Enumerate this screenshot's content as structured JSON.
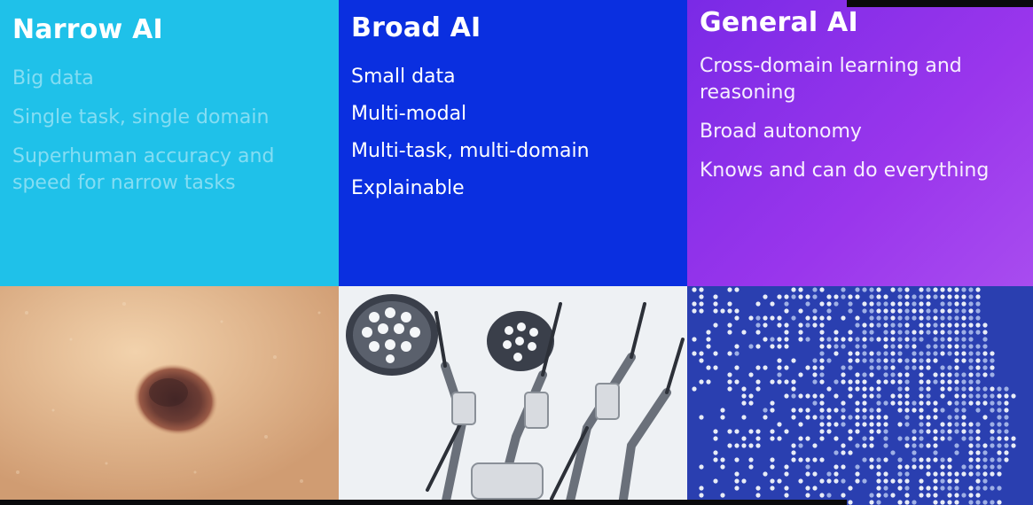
{
  "columns": [
    {
      "title": "Narrow AI",
      "items": [
        "Big data",
        "Single task, single domain",
        "Superhuman accuracy and speed for narrow tasks"
      ],
      "color": "#1fc1e9",
      "image": "skin-mole-photo"
    },
    {
      "title": "Broad AI",
      "items": [
        "Small data",
        "Multi-modal",
        "Multi-task, multi-domain",
        "Explainable"
      ],
      "color": "#0a2fe0",
      "image": "surgical-robot-photo"
    },
    {
      "title": "General AI",
      "items": [
        "Cross-domain learning and reasoning",
        "Broad autonomy",
        "Knows and can do everything"
      ],
      "color": "#8a30ea",
      "image": "dotted-human-profile"
    }
  ]
}
